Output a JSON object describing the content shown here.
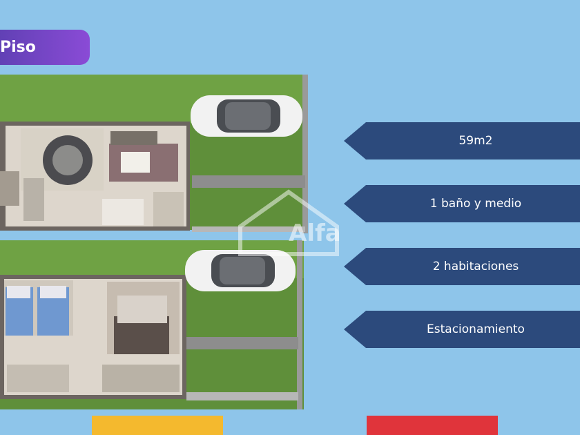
{
  "badge": {
    "label": "Piso"
  },
  "watermark": {
    "text": "Alfa"
  },
  "features": [
    {
      "label": "59m2"
    },
    {
      "label": "1 baño y medio"
    },
    {
      "label": "2 habitaciones"
    },
    {
      "label": "Estacionamiento"
    }
  ],
  "colors": {
    "background": "#8ec5ea",
    "badge": "#6a40c0",
    "feature_arrow": "#2c4a7c",
    "bar_yellow": "#f4b92e",
    "bar_red": "#e0343b"
  }
}
